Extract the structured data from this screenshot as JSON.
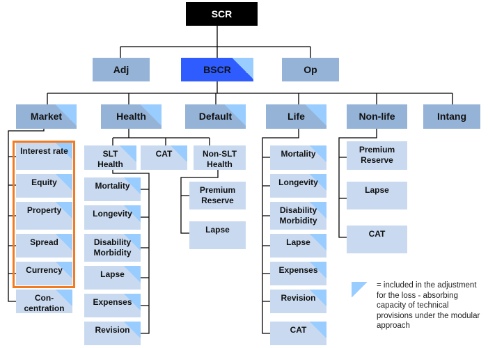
{
  "root": {
    "label": "SCR"
  },
  "level1": {
    "adj": "Adj",
    "bscr": "BSCR",
    "op": "Op"
  },
  "modules": {
    "market": "Market",
    "health": "Health",
    "default": "Default",
    "life": "Life",
    "nonlife": "Non-life",
    "intang": "Intang"
  },
  "market": [
    "Interest rate",
    "Equity",
    "Property",
    "Spread",
    "Currency",
    "Con-centration"
  ],
  "health": {
    "slt": "SLT Health",
    "cat": "CAT",
    "nonslt": "Non-SLT Health",
    "slt_items": [
      "Mortality",
      "Longevity",
      "Disability Morbidity",
      "Lapse",
      "Expenses",
      "Revision"
    ],
    "nonslt_items": [
      "Premium Reserve",
      "Lapse"
    ]
  },
  "life": [
    "Mortality",
    "Longevity",
    "Disability Morbidity",
    "Lapse",
    "Expenses",
    "Revision",
    "CAT"
  ],
  "nonlife": [
    "Premium Reserve",
    "Lapse",
    "CAT"
  ],
  "legend": {
    "text": "= included in the adjustment for the loss - absorbing capacity of technical provisions under the modular approach"
  },
  "colors": {
    "root": "#000000",
    "bscr": "#2e5cff",
    "module": "#95b3d7",
    "submodule": "#c9daf0",
    "marker": "#99ccff",
    "highlight": "#f47a20"
  }
}
